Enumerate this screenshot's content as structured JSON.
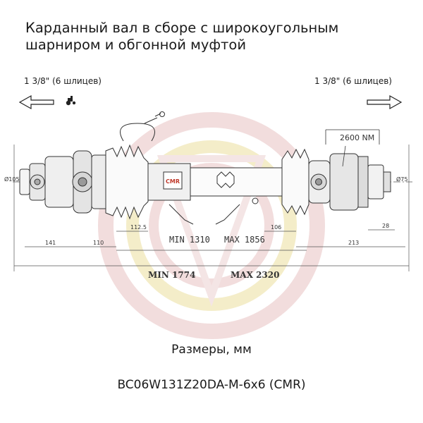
{
  "title": "Карданный вал в сборе с широкоугольным шарниром и обгонной муфтой",
  "input_end": {
    "spline_label": "1 3/8\" (6 шлицев)",
    "icon": "tractor-icon"
  },
  "output_end": {
    "spline_label": "1 3/8\" (6 шлицев)"
  },
  "torque_label": "2600 NM",
  "dimensions": {
    "left_diameter": "Ø105",
    "right_diameter": "Ø75",
    "d_141": "141",
    "d_110": "110",
    "d_112_5": "112.5",
    "d_106": "106",
    "d_213": "213",
    "d_28": "28",
    "tube_min_label": "MIN 1310",
    "tube_max_label": "MAX 1856",
    "total_min_label": "MIN 1774",
    "total_max_label": "MAX 2320"
  },
  "brand_mark": "CMR",
  "caption_units": "Размеры, мм",
  "caption_model": "BC06W131Z20DA-M-6x6 (CMR)",
  "colors": {
    "line": "#3a3a3a",
    "watermark_red": "#e9c9c9",
    "watermark_yellow": "#f3ecc4",
    "brand_red": "#c0392b"
  }
}
